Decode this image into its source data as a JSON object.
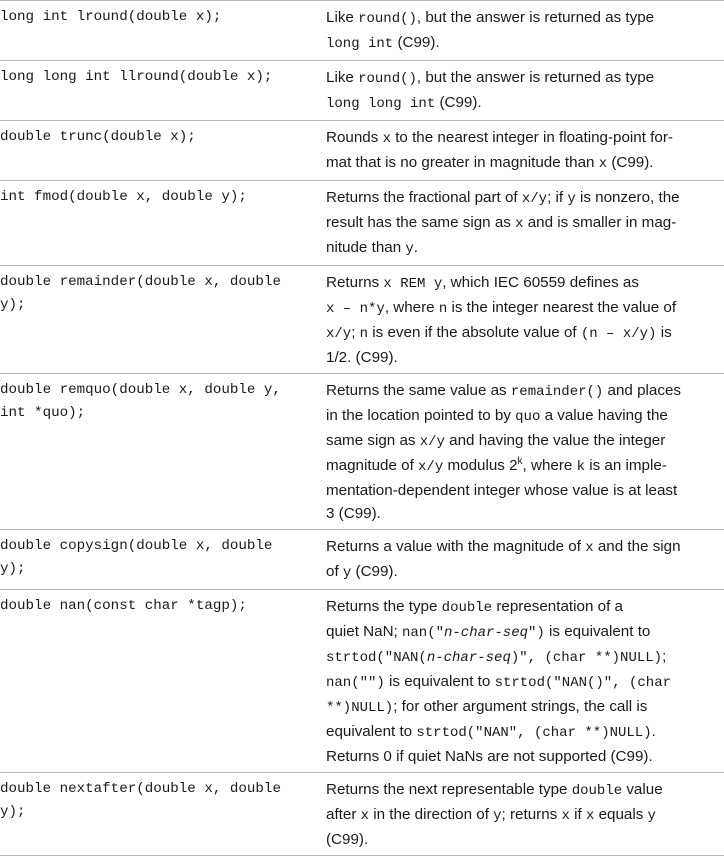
{
  "rows": [
    {
      "proto": "long int lround(double x);",
      "desc": [
        {
          "t": "Like "
        },
        {
          "c": "round()"
        },
        {
          "t": ", but the answer is returned as type "
        },
        {
          "br": 1
        },
        {
          "c": "long int"
        },
        {
          "t": " (C99)."
        }
      ]
    },
    {
      "proto": "long long int llround(double x);",
      "desc": [
        {
          "t": "Like "
        },
        {
          "c": "round()"
        },
        {
          "t": ", but the answer is returned as type "
        },
        {
          "br": 1
        },
        {
          "c": "long long int"
        },
        {
          "t": " (C99)."
        }
      ]
    },
    {
      "proto": "double trunc(double x);",
      "desc": [
        {
          "t": "Rounds "
        },
        {
          "c": "x"
        },
        {
          "t": " to the nearest integer in floating-point for-"
        },
        {
          "br": 1
        },
        {
          "t": "mat that is no greater in magnitude than "
        },
        {
          "c": "x"
        },
        {
          "t": " (C99)."
        }
      ]
    },
    {
      "proto": "int fmod(double x, double y);",
      "desc": [
        {
          "t": "Returns the fractional part of "
        },
        {
          "c": "x/y"
        },
        {
          "t": "; if "
        },
        {
          "c": "y"
        },
        {
          "t": " is nonzero, the"
        },
        {
          "br": 1
        },
        {
          "t": "result has the same sign as "
        },
        {
          "c": "x"
        },
        {
          "t": " and is smaller in mag-"
        },
        {
          "br": 1
        },
        {
          "t": "nitude than "
        },
        {
          "c": "y"
        },
        {
          "t": "."
        }
      ]
    },
    {
      "proto": "double remainder(double x, double\ny);",
      "desc": [
        {
          "t": "Returns "
        },
        {
          "c": "x REM y"
        },
        {
          "t": ", which IEC 60559 defines as"
        },
        {
          "br": 1
        },
        {
          "c": "x – n*y"
        },
        {
          "t": ", where "
        },
        {
          "c": "n"
        },
        {
          "t": " is the integer nearest the value of"
        },
        {
          "br": 1
        },
        {
          "c": "x/y"
        },
        {
          "t": "; "
        },
        {
          "c": "n"
        },
        {
          "t": " is even if the absolute value of "
        },
        {
          "c": "(n – x/y)"
        },
        {
          "t": " is"
        },
        {
          "br": 1
        },
        {
          "t": "1/2. (C99)."
        }
      ]
    },
    {
      "proto": "double remquo(double x, double y,\nint *quo);",
      "desc": [
        {
          "t": "Returns the same value as "
        },
        {
          "c": "remainder()"
        },
        {
          "t": " and places"
        },
        {
          "br": 1
        },
        {
          "t": "in the location pointed to by "
        },
        {
          "c": "quo"
        },
        {
          "t": " a value having the"
        },
        {
          "br": 1
        },
        {
          "t": "same sign as "
        },
        {
          "c": "x/y"
        },
        {
          "t": " and having the value the integer"
        },
        {
          "br": 1
        },
        {
          "t": "magnitude of "
        },
        {
          "c": "x/y"
        },
        {
          "t": " modulus 2"
        },
        {
          "sup": "k"
        },
        {
          "t": ", where "
        },
        {
          "c": "k"
        },
        {
          "t": " is an imple-"
        },
        {
          "br": 1
        },
        {
          "t": "mentation-dependent integer whose value is at least"
        },
        {
          "br": 1
        },
        {
          "t": "3 (C99)."
        }
      ]
    },
    {
      "proto": "double copysign(double x, double\ny);",
      "desc": [
        {
          "t": "Returns a value with the magnitude of "
        },
        {
          "c": "x"
        },
        {
          "t": " and the sign"
        },
        {
          "br": 1
        },
        {
          "t": "of "
        },
        {
          "c": "y"
        },
        {
          "t": " (C99)."
        }
      ]
    },
    {
      "proto": "double nan(const char *tagp);",
      "desc": [
        {
          "t": "Returns the type "
        },
        {
          "c": "double"
        },
        {
          "t": " representation of a"
        },
        {
          "br": 1
        },
        {
          "t": "quiet NaN; "
        },
        {
          "c": "nan(\""
        },
        {
          "ci": "n-char-seq"
        },
        {
          "c": "\")"
        },
        {
          "t": " is equivalent to"
        },
        {
          "br": 1
        },
        {
          "c": "strtod(\"NAN("
        },
        {
          "ci": "n-char-seq"
        },
        {
          "c": ")\", (char **)NULL)"
        },
        {
          "t": ";"
        },
        {
          "br": 1
        },
        {
          "c": "nan(\"\")"
        },
        {
          "t": " is equivalent to "
        },
        {
          "c": "strtod(\"NAN()\", (char"
        },
        {
          "br": 1
        },
        {
          "c": "**)NULL)"
        },
        {
          "t": "; for other argument strings, the call is"
        },
        {
          "br": 1
        },
        {
          "t": "equivalent to "
        },
        {
          "c": "strtod(\"NAN\", (char **)NULL)"
        },
        {
          "t": "."
        },
        {
          "br": 1
        },
        {
          "t": "Returns 0 if quiet NaNs are not supported (C99)."
        }
      ]
    },
    {
      "proto": "double nextafter(double x, double\ny);",
      "desc": [
        {
          "t": "Returns the next representable type "
        },
        {
          "c": "double"
        },
        {
          "t": " value"
        },
        {
          "br": 1
        },
        {
          "t": "after "
        },
        {
          "c": "x"
        },
        {
          "t": " in the direction of "
        },
        {
          "c": "y"
        },
        {
          "t": "; returns "
        },
        {
          "c": "x"
        },
        {
          "t": " if "
        },
        {
          "c": "x"
        },
        {
          "t": " equals "
        },
        {
          "c": "y"
        },
        {
          "br": 1
        },
        {
          "t": "(C99)."
        }
      ]
    }
  ]
}
